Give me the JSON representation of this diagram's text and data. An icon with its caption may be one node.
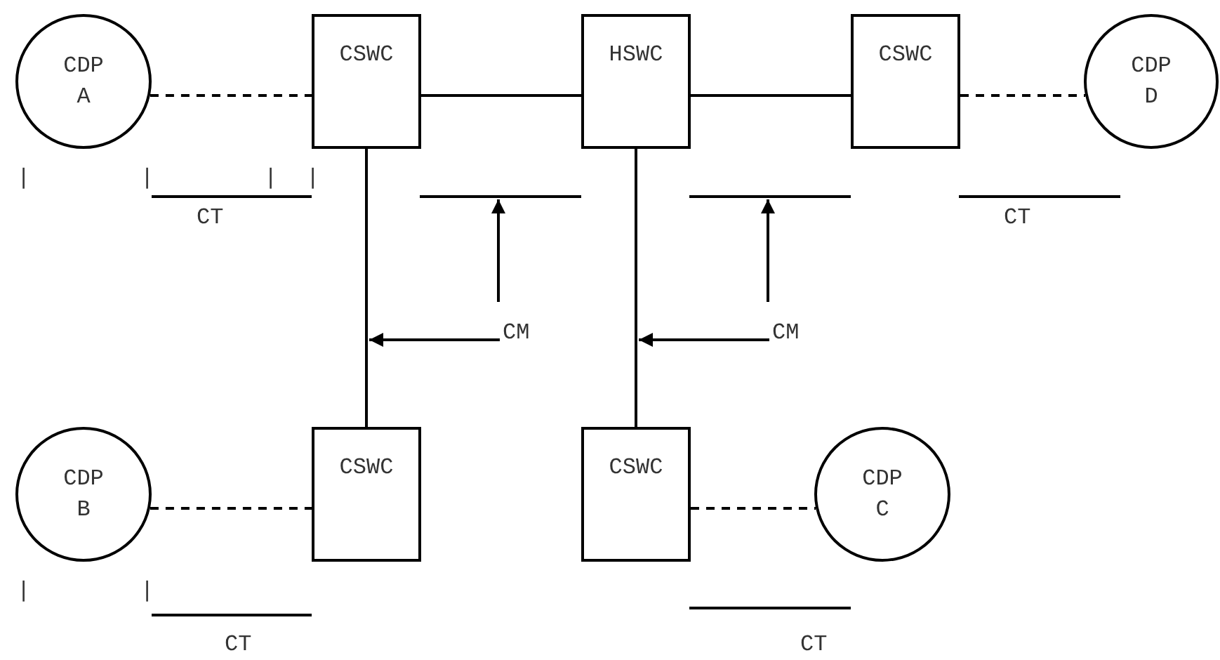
{
  "diagram": {
    "nodes": [
      {
        "text": [
          "CDP A"
        ]
      },
      {
        "text": [
          "CSWC"
        ]
      },
      {
        "text": [
          "HSWC"
        ]
      },
      {
        "text": [
          "CSWC"
        ]
      },
      {
        "text": [
          "CDP D"
        ]
      },
      {
        "text": [
          "CDP B"
        ]
      },
      {
        "text": [
          "CSWC"
        ]
      },
      {
        "text": [
          "CSWC"
        ]
      },
      {
        "text": [
          "CDP C"
        ]
      },
      {
        "text": [
          "CM"
        ]
      },
      {
        "text": [
          "CM"
        ]
      }
    ],
    "edges": [
      {
        "from": 0,
        "to": 1,
        "arrow": "none",
        "style": "dashed"
      },
      {
        "from": 1,
        "to": 2,
        "arrow": "none"
      },
      {
        "from": 2,
        "to": 3,
        "arrow": "none"
      },
      {
        "from": 3,
        "to": 4,
        "arrow": "none",
        "style": "dashed"
      },
      {
        "from": 1,
        "to": 6,
        "arrow": "none"
      },
      {
        "from": 2,
        "to": 7,
        "arrow": "none"
      },
      {
        "from": 5,
        "to": 6,
        "arrow": "none",
        "style": "dashed"
      },
      {
        "from": 7,
        "to": 8,
        "arrow": "none",
        "style": "dashed"
      },
      {
        "from": 9,
        "to": null,
        "arrow": "to"
      },
      {
        "from": 10,
        "to": null,
        "arrow": "to"
      }
    ],
    "labels": [
      "|",
      "|",
      "|",
      "|",
      "CT",
      "CT",
      "|",
      "|",
      "CT",
      "CT"
    ]
  }
}
